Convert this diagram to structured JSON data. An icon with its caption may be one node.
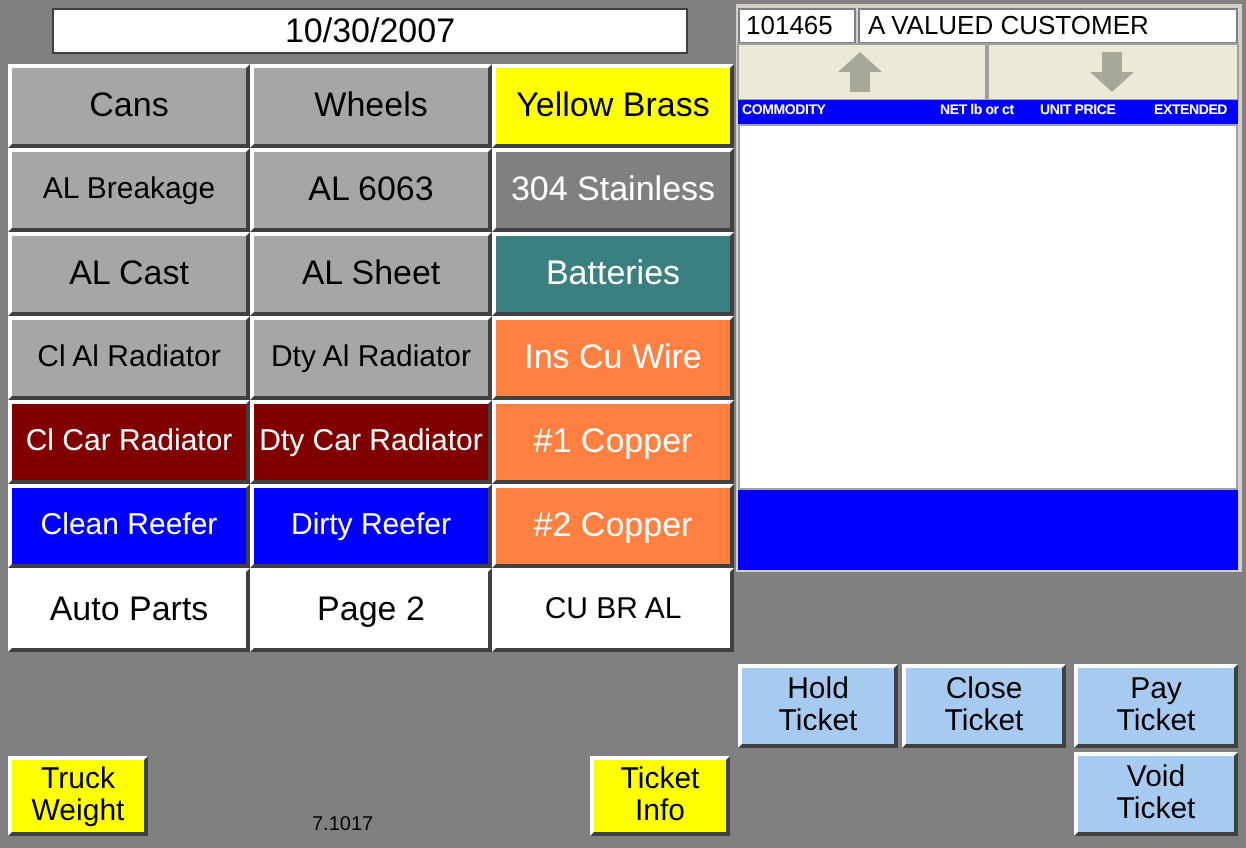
{
  "diagram": {
    "nodes": [
      {
        "text": [
          "Cans"
        ]
      },
      {
        "text": [
          "Wheels"
        ]
      },
      {
        "text": [
          "Yellow Brass"
        ]
      },
      {
        "text": [
          "AL Breakage"
        ]
      },
      {
        "text": [
          "AL 6063"
        ]
      },
      {
        "text": [
          "304 Stainless"
        ]
      },
      {
        "text": [
          "AL Cast"
        ]
      },
      {
        "text": [
          "AL Sheet"
        ]
      },
      {
        "text": [
          "Batteries"
        ]
      },
      {
        "text": [
          "Cl Al Radiator"
        ]
      },
      {
        "text": [
          "Dty Al Radiator"
        ]
      },
      {
        "text": [
          "Ins Cu Wire"
        ]
      },
      {
        "text": [
          "Cl Car Radiator"
        ]
      },
      {
        "text": [
          "Dty Car Radiator"
        ]
      },
      {
        "text": [
          "#1 Copper"
        ]
      },
      {
        "text": [
          "Clean Reefer"
        ]
      },
      {
        "text": [
          "Dirty Reefer"
        ]
      },
      {
        "text": [
          "#2 Copper"
        ]
      },
      {
        "text": [
          "Auto Parts"
        ]
      },
      {
        "text": [
          "Page 2"
        ]
      },
      {
        "text": [
          "CU BR AL"
        ]
      },
      {
        "text": [
          "Hold Ticket"
        ]
      },
      {
        "text": [
          "Close Ticket"
        ]
      },
      {
        "text": [
          "Pay Ticket"
        ]
      },
      {
        "text": [
          "Void Ticket"
        ]
      },
      {
        "text": [
          "Truck Weight"
        ]
      },
      {
        "text": [
          "Ticket Info"
        ]
      },
      {
        "text": [],
        "shape": "box"
      },
      {
        "text": [],
        "shape": "bar"
      }
    ],
    "labels": [
      "10/30/2007",
      "101465",
      "A VALUED CUSTOMER",
      "COMMODITY",
      "NET lb or ct",
      "UNIT PRICE",
      "EXTENDED",
      "7.1017"
    ]
  }
}
